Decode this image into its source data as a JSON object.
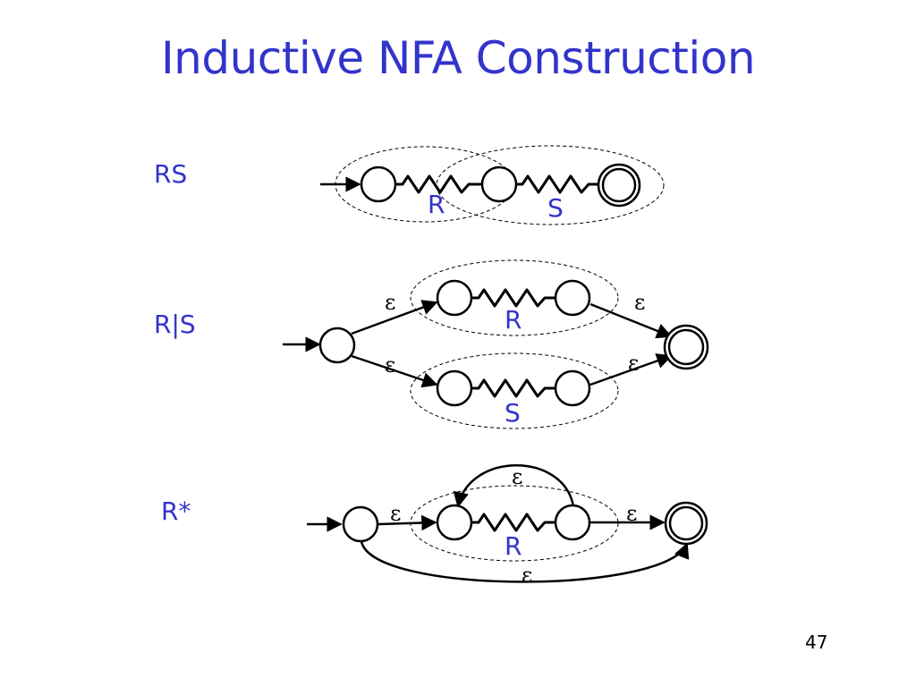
{
  "slide": {
    "title": "Inductive NFA Construction",
    "page_number": "47"
  },
  "rows": [
    {
      "label": "RS",
      "parts": [
        "R",
        "S"
      ]
    },
    {
      "label": "R|S",
      "parts": [
        "R",
        "S"
      ],
      "epsilons": [
        "ε",
        "ε",
        "ε",
        "ε"
      ]
    },
    {
      "label": "R*",
      "parts": [
        "R"
      ],
      "epsilons": [
        "ε",
        "ε",
        "ε",
        "ε"
      ]
    }
  ],
  "colors": {
    "accent": "#3333cc",
    "ink": "#000000"
  }
}
